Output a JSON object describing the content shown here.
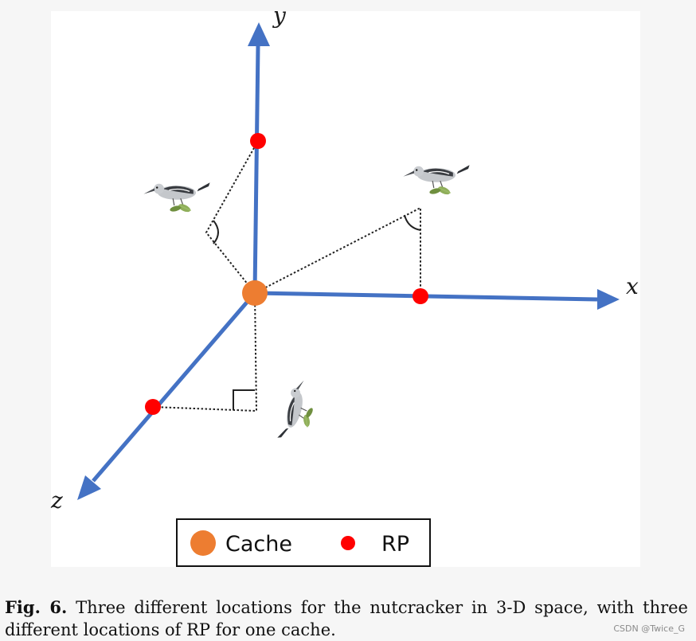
{
  "diagram": {
    "axes": {
      "x_label": "x",
      "y_label": "y",
      "z_label": "z"
    },
    "legend": {
      "cache_label": "Cache",
      "rp_label": "RP"
    },
    "colors": {
      "axis": "#4472c4",
      "cache": "#ed7d31",
      "rp": "#ff0000",
      "bird_body": "#b9bcc0",
      "bird_dark": "#2e3136",
      "pine_cone": "#8fae5a"
    }
  },
  "caption": {
    "label": "Fig. 6.",
    "text": "Three different locations for the nutcracker in 3-D space, with three different locations of RP for one cache."
  },
  "watermark": "CSDN @Twice_G"
}
